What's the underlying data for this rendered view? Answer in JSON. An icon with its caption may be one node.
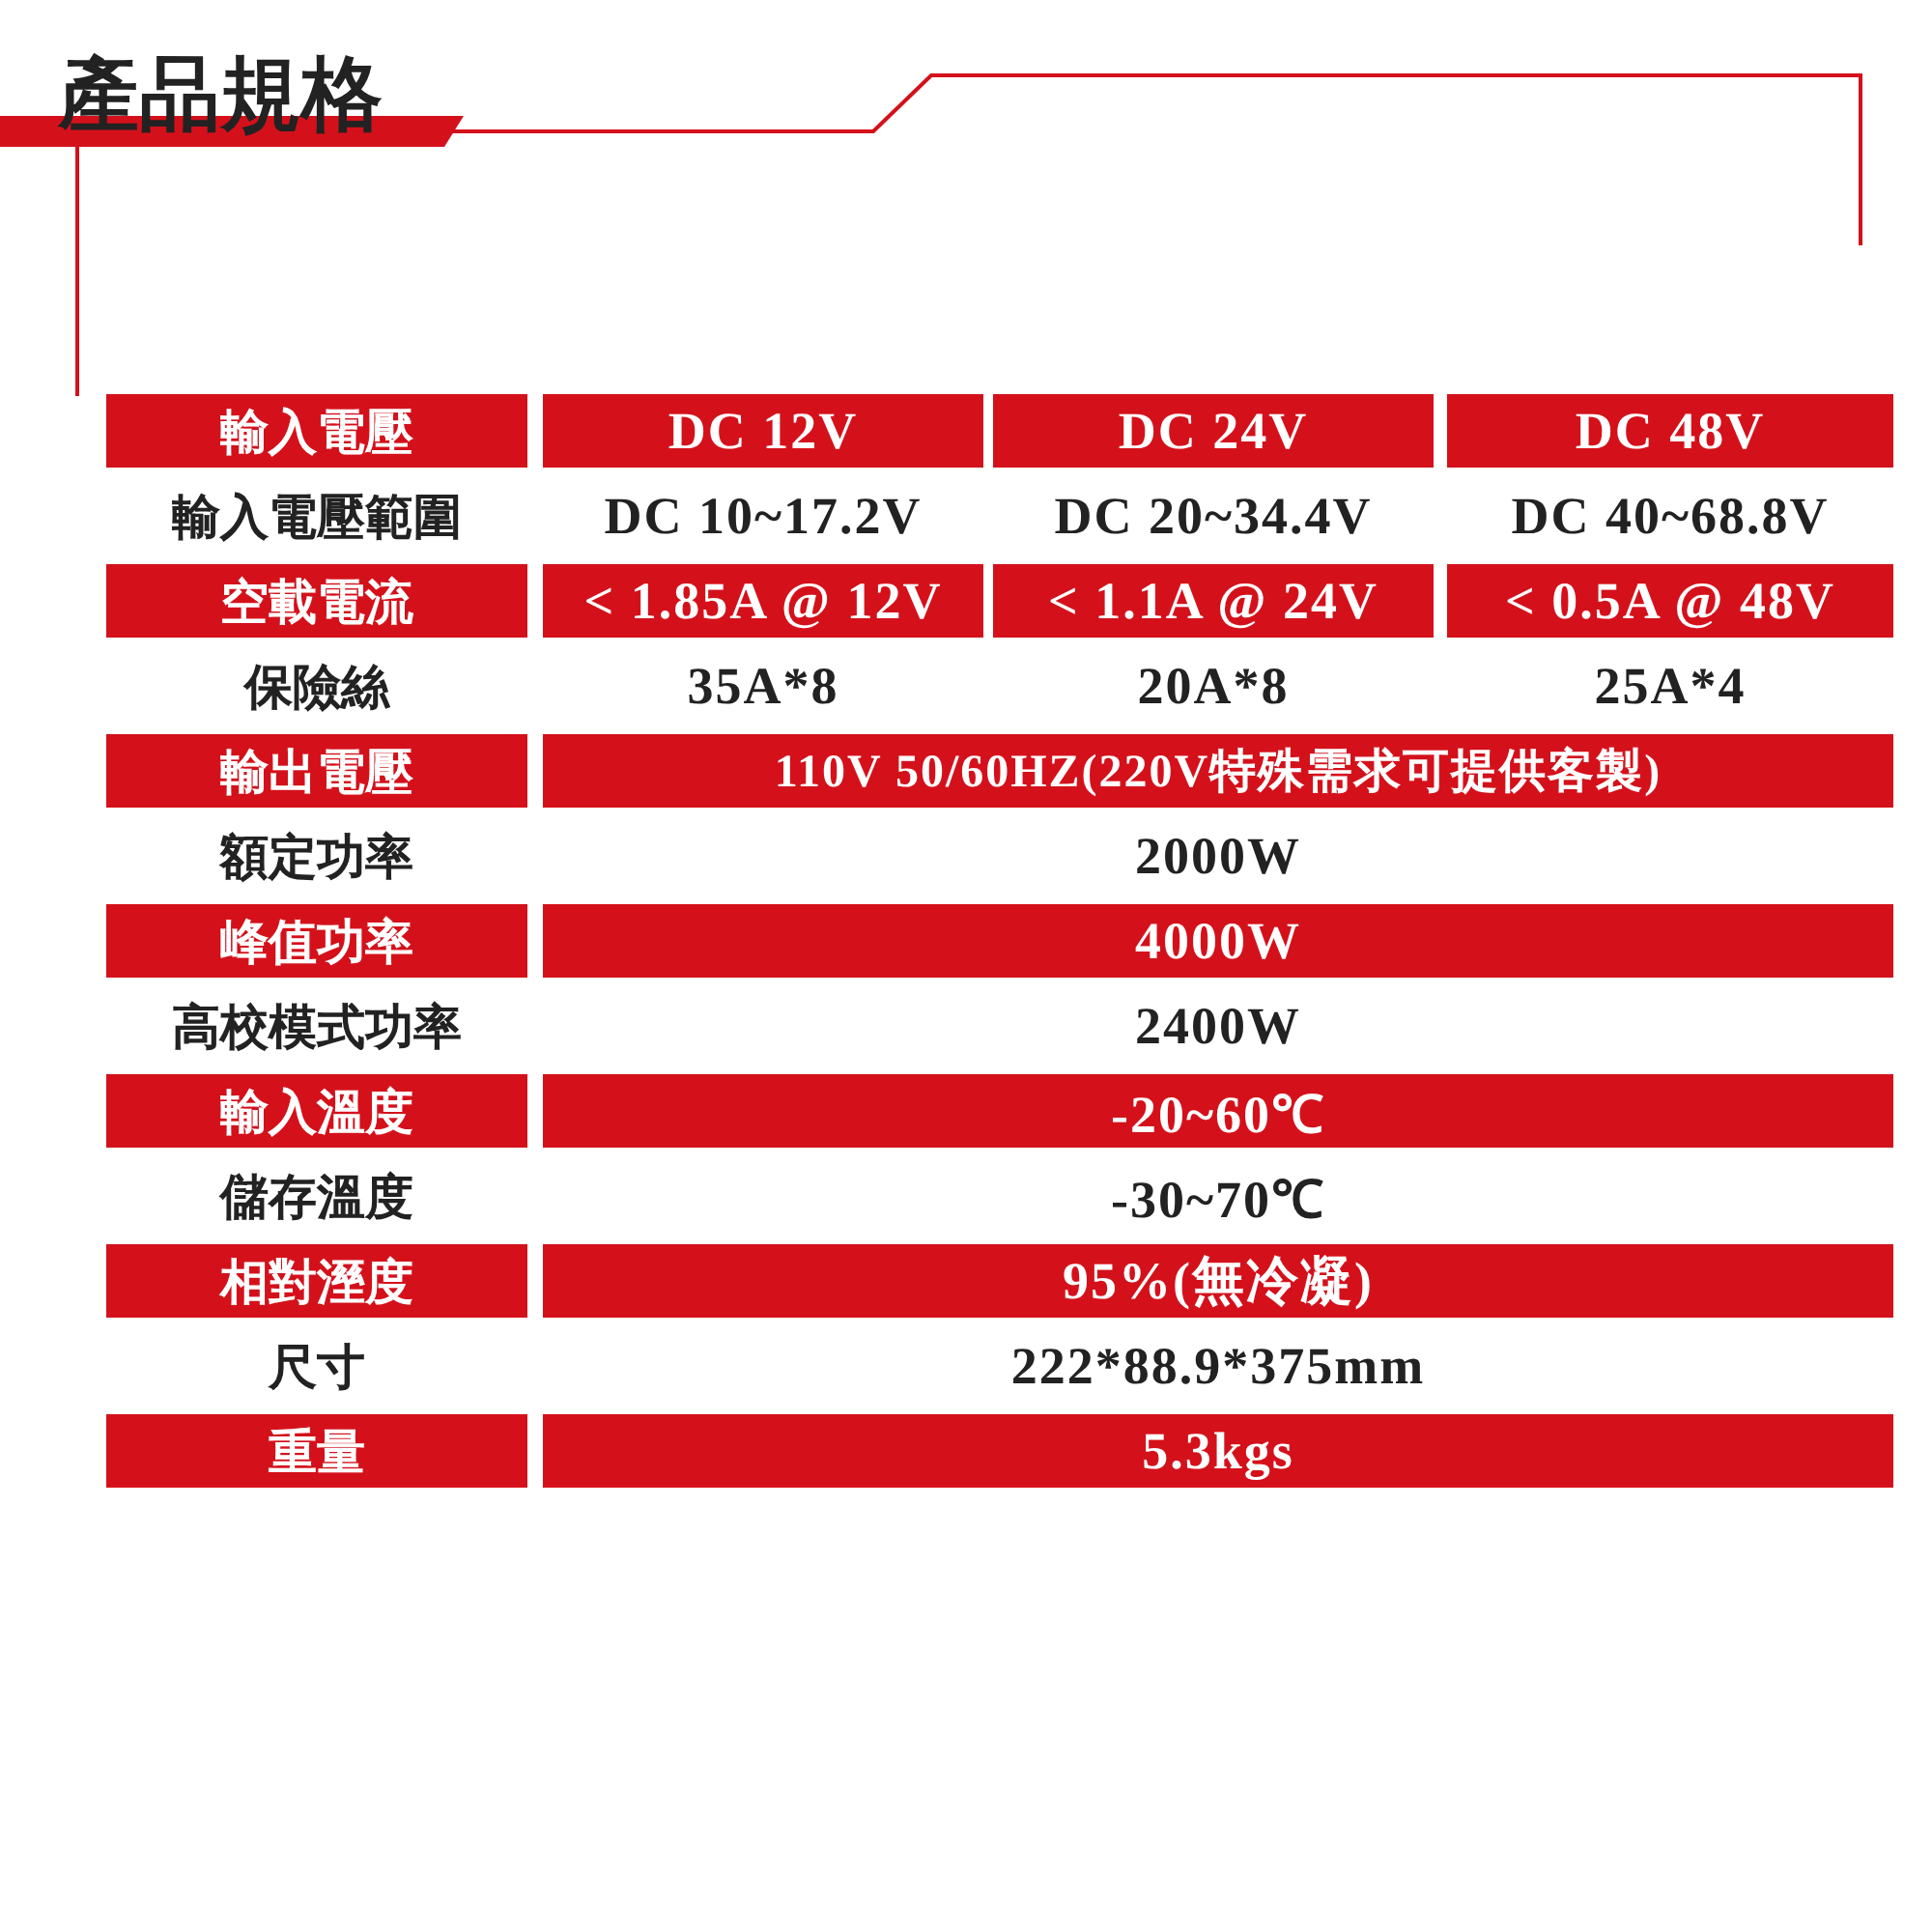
{
  "diagram": {
    "title": "產品規格",
    "labels": [
      "輸入電壓",
      "DC 12V",
      "DC 24V",
      "DC 48V",
      "輸入電壓範圍",
      "DC 10~17.2V",
      "DC 20~34.4V",
      "DC 40~68.8V",
      "空載電流",
      "< 1.85A @ 12V",
      "< 1.1A @ 24V",
      "< 0.5A @ 48V",
      "保險絲",
      "35A*8",
      "20A*8",
      "25A*4",
      "輸出電壓",
      "110V 50/60HZ(220V特殊需求可提供客製)",
      "額定功率",
      "2000W",
      "峰值功率",
      "4000W",
      "高校模式功率",
      "2400W",
      "輸入溫度",
      "-20~60℃",
      "儲存溫度",
      "-30~70℃",
      "相對溼度",
      "95%(無冷凝)",
      "尺寸",
      "222*88.9*375mm",
      "重量",
      "5.3kgs"
    ]
  }
}
